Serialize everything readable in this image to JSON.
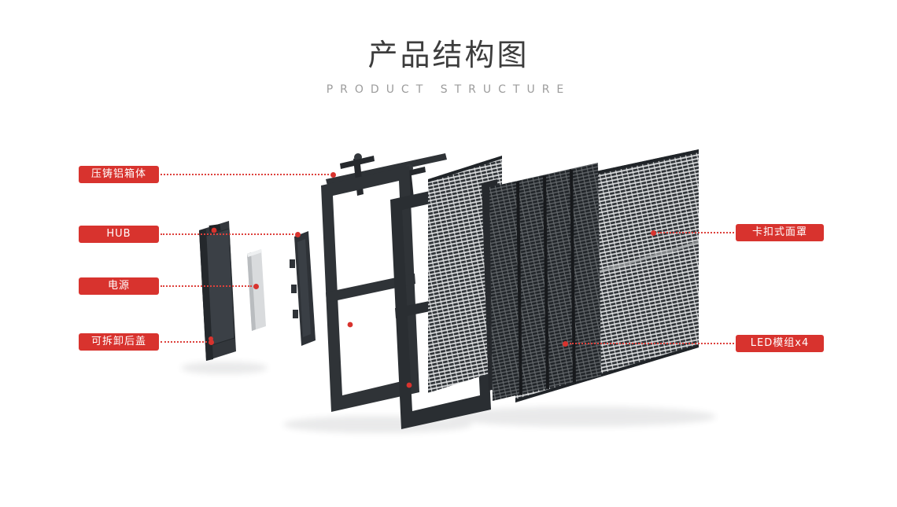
{
  "header": {
    "title": "产品结构图",
    "subtitle": "PRODUCT STRUCTURE"
  },
  "callouts": {
    "left": [
      {
        "label": "压铸铝箱体"
      },
      {
        "label": "HUB"
      },
      {
        "label": "电源"
      },
      {
        "label": "可拆卸后盖"
      }
    ],
    "right": [
      {
        "label": "卡扣式面罩"
      },
      {
        "label": "LED模组x4"
      }
    ]
  },
  "colors": {
    "accent_red": "#d8332e",
    "title_text": "#3d3d3d",
    "subtitle_text": "#9c9c9c",
    "background": "#ffffff"
  }
}
